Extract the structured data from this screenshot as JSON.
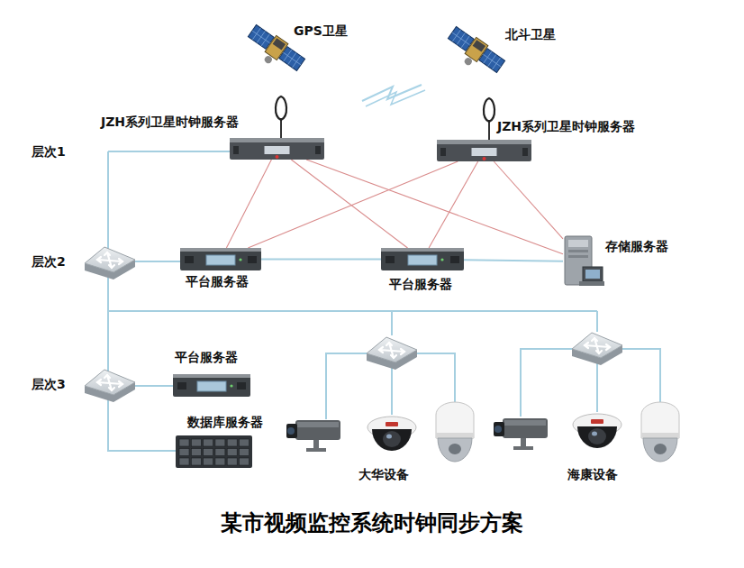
{
  "diagram": {
    "caption": "某市视频监控系统时钟同步方案",
    "nodes": [
      {
        "text": [
          "GPS卫星"
        ]
      },
      {
        "text": [
          "北斗卫星"
        ]
      },
      {
        "text": [
          "JZH系列卫星时钟服务器"
        ]
      },
      {
        "text": [
          "JZH系列卫星时钟服务器"
        ]
      },
      {
        "text": [
          "平台服务器"
        ]
      },
      {
        "text": [
          "平台服务器"
        ]
      },
      {
        "text": [
          "存储服务器"
        ]
      },
      {
        "text": [
          "平台服务器"
        ]
      },
      {
        "text": [
          "数据库服务器"
        ]
      }
    ],
    "edges": [
      {
        "from": 2,
        "to": 4,
        "arrow": "none"
      },
      {
        "from": 2,
        "to": 5,
        "arrow": "none"
      },
      {
        "from": 2,
        "to": 6,
        "arrow": "none"
      },
      {
        "from": 3,
        "to": 4,
        "arrow": "none"
      },
      {
        "from": 3,
        "to": 5,
        "arrow": "none"
      },
      {
        "from": 3,
        "to": 6,
        "arrow": "none"
      },
      {
        "from": 4,
        "to": 5,
        "arrow": "none"
      },
      {
        "from": 5,
        "to": 6,
        "arrow": "none"
      }
    ],
    "labels": [
      "层次1",
      "层次2",
      "层次3",
      "大华设备",
      "海康设备"
    ]
  }
}
